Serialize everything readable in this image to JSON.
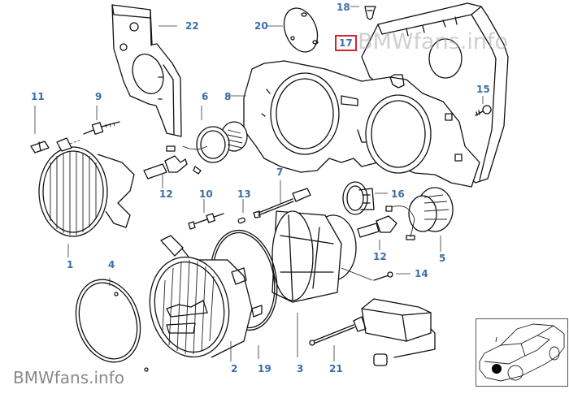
{
  "diagram": {
    "title": "Headlight assembly parts diagram",
    "highlighted_part": "17",
    "highlight_color": "#d9232e",
    "label_color": "#3b6ea8",
    "labels": [
      {
        "id": "1",
        "text": "1"
      },
      {
        "id": "2",
        "text": "2"
      },
      {
        "id": "3",
        "text": "3"
      },
      {
        "id": "4",
        "text": "4"
      },
      {
        "id": "5",
        "text": "5"
      },
      {
        "id": "6",
        "text": "6"
      },
      {
        "id": "7",
        "text": "7"
      },
      {
        "id": "8",
        "text": "8"
      },
      {
        "id": "9",
        "text": "9"
      },
      {
        "id": "10",
        "text": "10"
      },
      {
        "id": "11",
        "text": "11"
      },
      {
        "id": "12a",
        "text": "12"
      },
      {
        "id": "12b",
        "text": "12"
      },
      {
        "id": "13",
        "text": "13"
      },
      {
        "id": "14",
        "text": "14"
      },
      {
        "id": "15",
        "text": "15"
      },
      {
        "id": "16",
        "text": "16"
      },
      {
        "id": "17",
        "text": "17"
      },
      {
        "id": "18",
        "text": "18"
      },
      {
        "id": "19",
        "text": "19"
      },
      {
        "id": "20",
        "text": "20"
      },
      {
        "id": "21",
        "text": "21"
      },
      {
        "id": "22",
        "text": "22"
      }
    ],
    "parts": [
      {
        "name": "headlight-left",
        "label": "1"
      },
      {
        "name": "headlight-right",
        "label": "2"
      },
      {
        "name": "reflector-housing",
        "label": "3"
      },
      {
        "name": "trim-ring",
        "label": "4"
      },
      {
        "name": "bulb-socket-cover-right",
        "label": "5"
      },
      {
        "name": "bulb-socket-cover-left",
        "label": "6"
      },
      {
        "name": "adjusting-screw-long",
        "label": "7"
      },
      {
        "name": "headlight-carrier",
        "label": "8"
      },
      {
        "name": "adjusting-screw-left",
        "label": "9"
      },
      {
        "name": "adjusting-screw",
        "label": "10"
      },
      {
        "name": "clip-nut",
        "label": "11"
      },
      {
        "name": "bulb",
        "label": "12"
      },
      {
        "name": "spring-nut",
        "label": "13"
      },
      {
        "name": "screw",
        "label": "14"
      },
      {
        "name": "self-tapping-screw",
        "label": "15"
      },
      {
        "name": "bulb-holder",
        "label": "16"
      },
      {
        "name": "part-17",
        "label": "17"
      },
      {
        "name": "expanding-rivet",
        "label": "18"
      },
      {
        "name": "gasket-ring",
        "label": "19"
      },
      {
        "name": "cover-cap",
        "label": "20"
      },
      {
        "name": "leveling-motor",
        "label": "21"
      },
      {
        "name": "bracket-plate",
        "label": "22"
      }
    ]
  },
  "watermarks": {
    "top": "BMWfans.info",
    "bottom": "BMWfans.info"
  },
  "inset": {
    "description": "Car locator thumbnail with front-left headlight marked"
  }
}
